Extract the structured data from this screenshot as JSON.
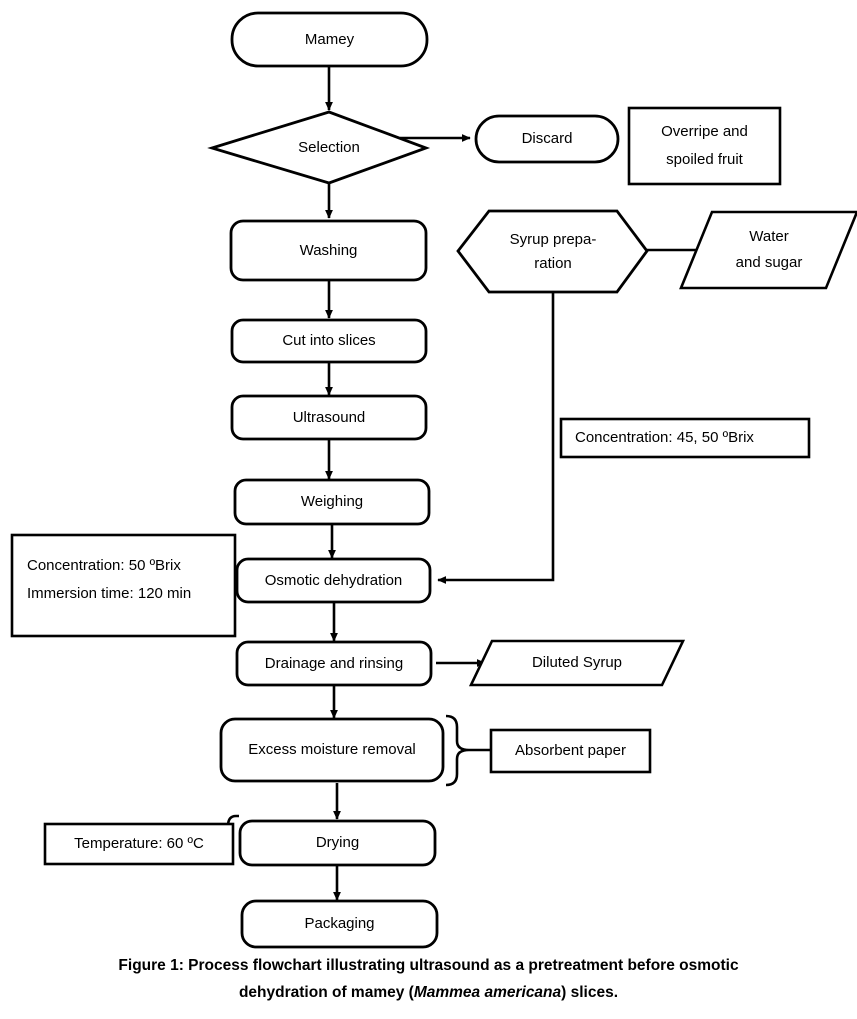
{
  "figure": {
    "caption_prefix": "Figure 1: Process flowchart illustrating ultrasound as a pretreatment before osmotic",
    "caption_line2_a": "dehydration of mamey (",
    "caption_species": "Mammea americana",
    "caption_line2_b": ") slices."
  },
  "colors": {
    "stroke": "#000000",
    "fill": "#ffffff",
    "text": "#000000"
  },
  "chart_data": {
    "type": "diagram",
    "title": "Process flowchart illustrating ultrasound as a pretreatment before osmotic dehydration of mamey (Mammea americana) slices.",
    "nodes": [
      {
        "id": "mamey",
        "label": "Mamey",
        "shape": "rounded-rect"
      },
      {
        "id": "selection",
        "label": "Selection",
        "shape": "diamond"
      },
      {
        "id": "discard",
        "label": "Discard",
        "shape": "rounded-rect"
      },
      {
        "id": "overripe_note",
        "label": "Overripe and\nspoiled fruit",
        "shape": "rect-note"
      },
      {
        "id": "washing",
        "label": "Washing",
        "shape": "rounded-rect"
      },
      {
        "id": "syrup_preparation",
        "label": "Syrup prepa-\nration",
        "shape": "hexagon"
      },
      {
        "id": "water_sugar",
        "label": "Water\nand sugar",
        "shape": "parallelogram"
      },
      {
        "id": "cut_into_slices",
        "label": "Cut into slices",
        "shape": "rounded-rect"
      },
      {
        "id": "ultrasound",
        "label": "Ultrasound",
        "shape": "rounded-rect"
      },
      {
        "id": "syrup_concentration_note",
        "label": "Concentration: 45, 50 ºBrix",
        "shape": "rect-note"
      },
      {
        "id": "weighing",
        "label": "Weighing",
        "shape": "rounded-rect"
      },
      {
        "id": "osmotic_note",
        "label": "Concentration: 50 ºBrix\nImmersion time: 120 min",
        "shape": "rect-note"
      },
      {
        "id": "osmotic_dehydration",
        "label": "Osmotic dehydration",
        "shape": "rounded-rect"
      },
      {
        "id": "drainage_rinsing",
        "label": "Drainage and rinsing",
        "shape": "rounded-rect"
      },
      {
        "id": "diluted_syrup",
        "label": "Diluted Syrup",
        "shape": "parallelogram"
      },
      {
        "id": "excess_moisture_removal",
        "label": "Excess moisture removal",
        "shape": "rounded-rect"
      },
      {
        "id": "absorbent_paper",
        "label": "Absorbent paper",
        "shape": "rect-note"
      },
      {
        "id": "temperature_note",
        "label": "Temperature: 60 ºC",
        "shape": "rect-note"
      },
      {
        "id": "drying",
        "label": "Drying",
        "shape": "rounded-rect"
      },
      {
        "id": "packaging",
        "label": "Packaging",
        "shape": "rounded-rect"
      }
    ],
    "edges": [
      {
        "from": "mamey",
        "to": "selection",
        "arrow": true
      },
      {
        "from": "selection",
        "to": "discard",
        "arrow": true
      },
      {
        "from": "selection",
        "to": "washing",
        "arrow": true
      },
      {
        "from": "washing",
        "to": "cut_into_slices",
        "arrow": true
      },
      {
        "from": "cut_into_slices",
        "to": "ultrasound",
        "arrow": true
      },
      {
        "from": "ultrasound",
        "to": "weighing",
        "arrow": true
      },
      {
        "from": "weighing",
        "to": "osmotic_dehydration",
        "arrow": true
      },
      {
        "from": "water_sugar",
        "to": "syrup_preparation",
        "arrow": true
      },
      {
        "from": "syrup_preparation",
        "to": "osmotic_dehydration",
        "arrow": true
      },
      {
        "from": "osmotic_dehydration",
        "to": "drainage_rinsing",
        "arrow": true
      },
      {
        "from": "drainage_rinsing",
        "to": "diluted_syrup",
        "arrow": true
      },
      {
        "from": "drainage_rinsing",
        "to": "excess_moisture_removal",
        "arrow": true
      },
      {
        "from": "excess_moisture_removal",
        "to": "absorbent_paper",
        "arrow": false,
        "connector": "brace"
      },
      {
        "from": "excess_moisture_removal",
        "to": "drying",
        "arrow": true
      },
      {
        "from": "drying",
        "to": "packaging",
        "arrow": true
      }
    ]
  },
  "nodes": {
    "mamey": {
      "label": "Mamey"
    },
    "selection": {
      "label": "Selection"
    },
    "discard": {
      "label": "Discard"
    },
    "overripe_note": {
      "line1": "Overripe and",
      "line2": "spoiled fruit"
    },
    "washing": {
      "label": "Washing"
    },
    "syrup_preparation": {
      "line1": "Syrup prepa-",
      "line2": "ration"
    },
    "water_sugar": {
      "line1": "Water",
      "line2": "and sugar"
    },
    "cut_into_slices": {
      "label": "Cut into slices"
    },
    "ultrasound": {
      "label": "Ultrasound"
    },
    "syrup_concentration_note": {
      "label": "Concentration: 45, 50 ºBrix"
    },
    "weighing": {
      "label": "Weighing"
    },
    "osmotic_note": {
      "line1": "Concentration: 50 ºBrix",
      "line2": "Immersion time: 120 min"
    },
    "osmotic_dehydration": {
      "label": "Osmotic dehydration"
    },
    "drainage_rinsing": {
      "label": "Drainage and rinsing"
    },
    "diluted_syrup": {
      "label": "Diluted Syrup"
    },
    "excess_moisture_removal": {
      "label": "Excess moisture removal"
    },
    "absorbent_paper": {
      "label": "Absorbent paper"
    },
    "temperature_note": {
      "label": "Temperature: 60 ºC"
    },
    "drying": {
      "label": "Drying"
    },
    "packaging": {
      "label": "Packaging"
    }
  }
}
